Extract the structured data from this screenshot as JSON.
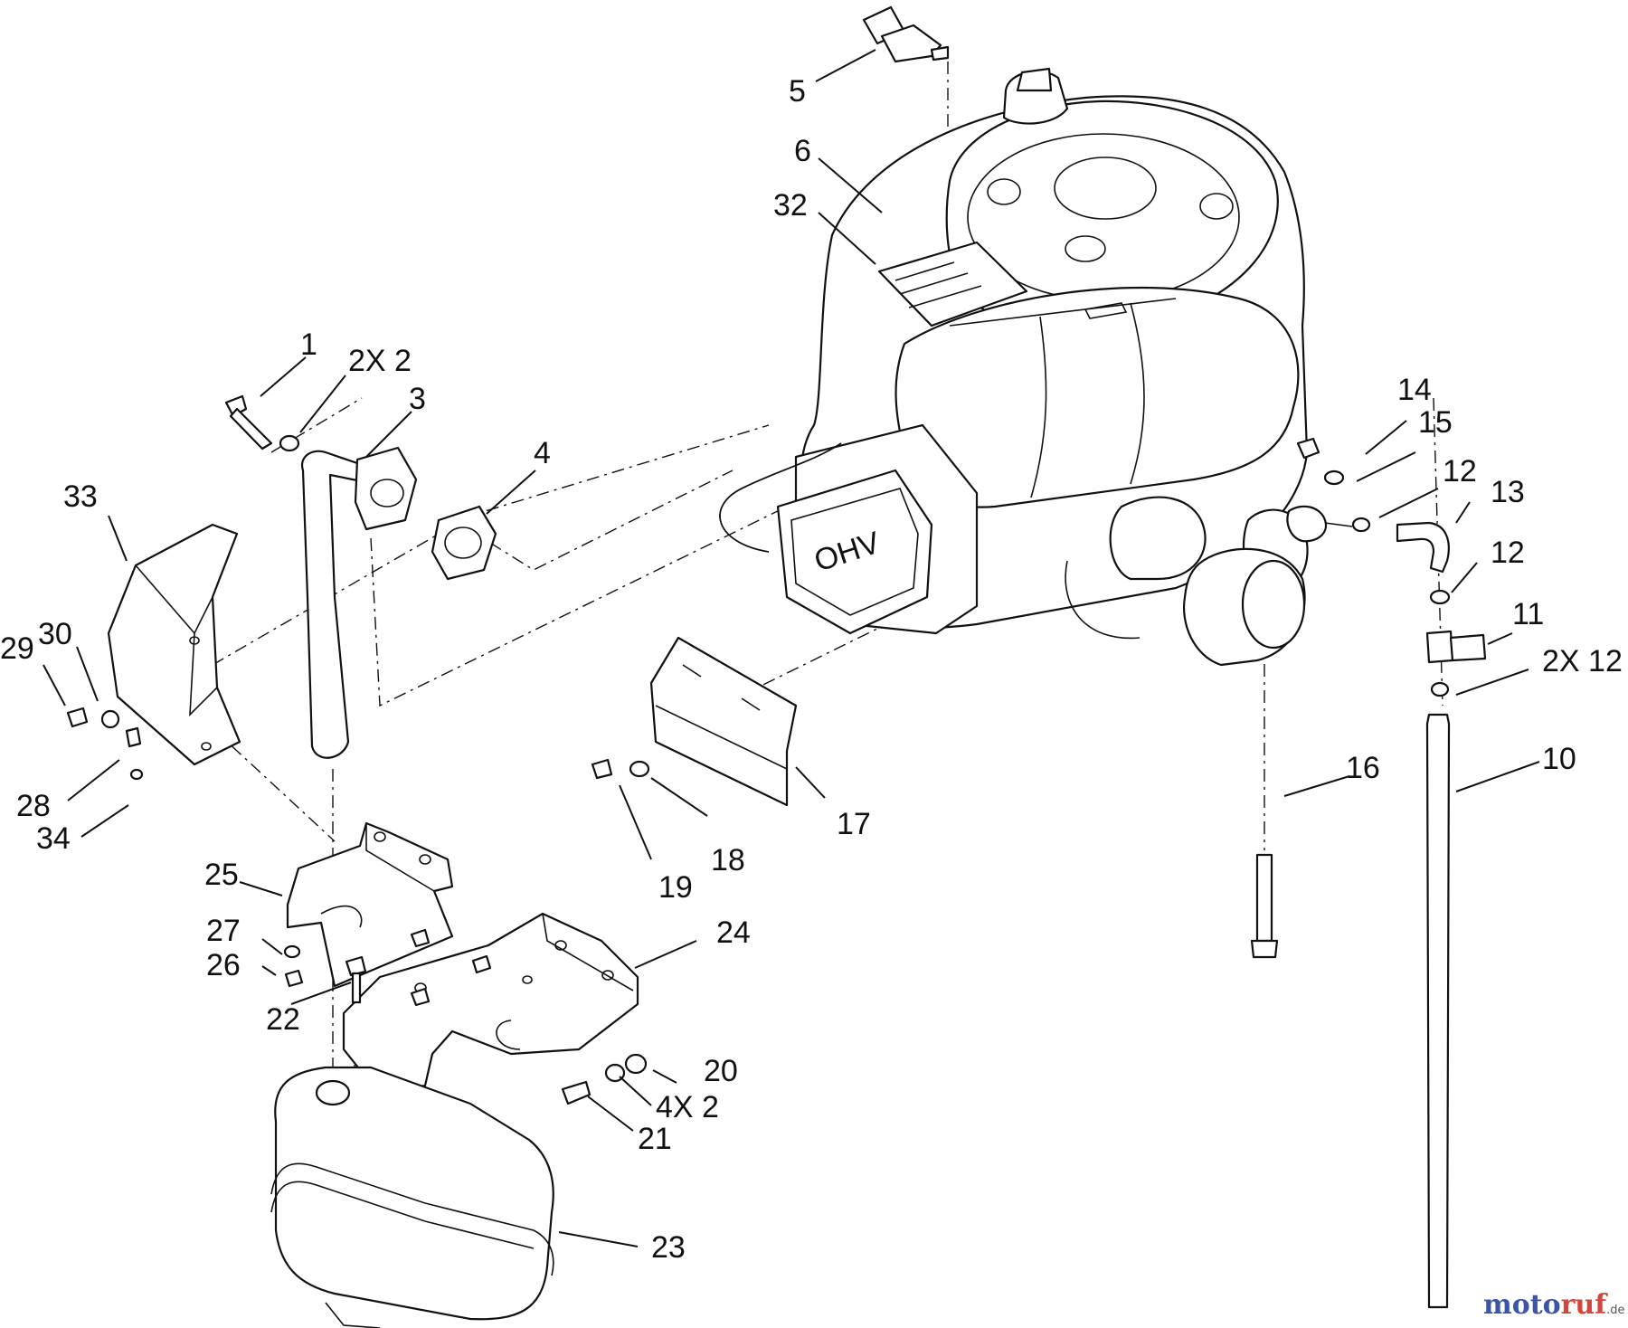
{
  "callouts": {
    "c1": "1",
    "c2x2": "2X 2",
    "c3": "3",
    "c4": "4",
    "c5": "5",
    "c6": "6",
    "c10": "10",
    "c11": "11",
    "c12a": "12",
    "c12b": "12",
    "c2x12": "2X 12",
    "c13": "13",
    "c14": "14",
    "c15": "15",
    "c16": "16",
    "c17": "17",
    "c18": "18",
    "c19": "19",
    "c20": "20",
    "c21": "21",
    "c22": "22",
    "c23": "23",
    "c24": "24",
    "c25": "25",
    "c26": "26",
    "c27": "27",
    "c28": "28",
    "c29": "29",
    "c30": "30",
    "c32": "32",
    "c33": "33",
    "c34": "34",
    "c4x2": "4X 2"
  },
  "engine_labels": {
    "cover_text": "OHV"
  },
  "watermark": {
    "brand_blue": "moto",
    "brand_red": "ruf",
    "suffix": ".de",
    "color_blue": "#3b56a8",
    "color_red": "#d6453c"
  }
}
